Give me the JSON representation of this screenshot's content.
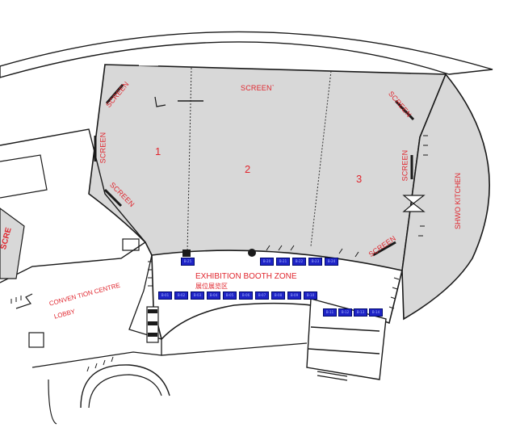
{
  "labels": {
    "screen": "SCREEN",
    "screen_room2": "SCREEN`",
    "room_1": "1",
    "room_2": "2",
    "room_3": "3",
    "exhibition_en": "EXHIBITION BOOTH ZONE",
    "exhibition_cn": "展位展览区",
    "convention_lobby_line1": "CONVEN TION CENTRE",
    "convention_lobby_line2": "LOBBY",
    "kitchen": "SHWO KITCHEN",
    "edge_screen": "SCRE"
  },
  "booths": {
    "top_row": [
      "B-20",
      "B-21",
      "B-22",
      "B-23",
      "B-24"
    ],
    "main_row": [
      "B-01",
      "B-02",
      "B-03",
      "B-04",
      "B-05",
      "B-06",
      "B-07",
      "B-08",
      "B-09",
      "B-10"
    ],
    "east_row": [
      "B-11",
      "B-12",
      "B-13",
      "B-14"
    ],
    "single": [
      "B-25"
    ]
  },
  "colors": {
    "label_red": "#e0262e",
    "booth_blue": "#1f24c6",
    "room_fill": "#d8d8d8",
    "wall": "#1a1a1a"
  }
}
